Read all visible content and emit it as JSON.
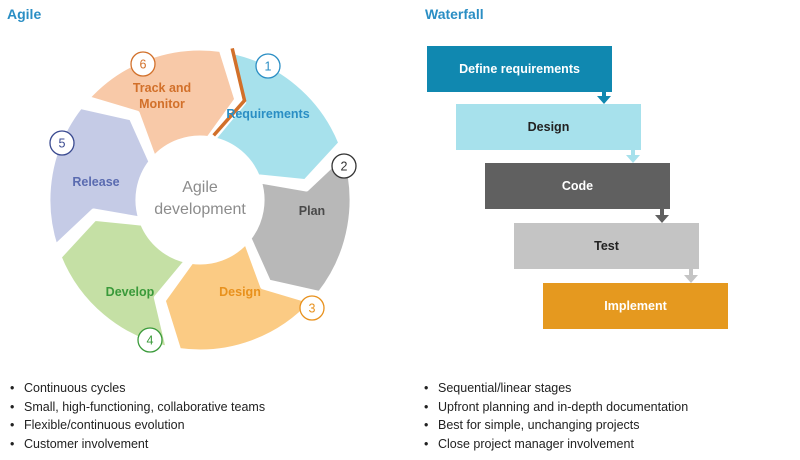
{
  "agile": {
    "heading": "Agile",
    "center_label": [
      "Agile",
      "development"
    ],
    "phases": [
      {
        "num": "1",
        "label": [
          "Requirements"
        ],
        "fill": "#a7e1ec",
        "text_color": "#2a8ec4",
        "num_color": "#2a8ec4"
      },
      {
        "num": "2",
        "label": [
          "Plan"
        ],
        "fill": "#b8b8b8",
        "text_color": "#4a4a4a",
        "num_color": "#333333"
      },
      {
        "num": "3",
        "label": [
          "Design"
        ],
        "fill": "#fbcb84",
        "text_color": "#e8911d",
        "num_color": "#e8911d"
      },
      {
        "num": "4",
        "label": [
          "Develop"
        ],
        "fill": "#c5e0a5",
        "text_color": "#3a9a3a",
        "num_color": "#3a9a3a"
      },
      {
        "num": "5",
        "label": [
          "Release"
        ],
        "fill": "#c5cbe6",
        "text_color": "#5a6bb0",
        "num_color": "#3a4a90"
      },
      {
        "num": "6",
        "label": [
          "Track and",
          "Monitor"
        ],
        "fill": "#f8c9a8",
        "text_color": "#d2702a",
        "num_color": "#d2702a"
      }
    ],
    "accent_stroke": "#d2702a",
    "bullets": [
      "Continuous cycles",
      "Small, high-functioning, collaborative teams",
      "Flexible/continuous evolution",
      "Customer involvement"
    ]
  },
  "waterfall": {
    "heading": "Waterfall",
    "steps": [
      {
        "label": "Define requirements",
        "fill": "#1088b0",
        "text_color": "#ffffff"
      },
      {
        "label": "Design",
        "fill": "#a7e1ec",
        "text_color": "#222222"
      },
      {
        "label": "Code",
        "fill": "#606060",
        "text_color": "#ffffff"
      },
      {
        "label": "Test",
        "fill": "#c4c4c4",
        "text_color": "#222222"
      },
      {
        "label": "Implement",
        "fill": "#e5991f",
        "text_color": "#ffffff"
      }
    ],
    "bullets": [
      "Sequential/linear stages",
      "Upfront planning and in-depth documentation",
      "Best for simple, unchanging projects",
      "Close project manager involvement"
    ]
  }
}
